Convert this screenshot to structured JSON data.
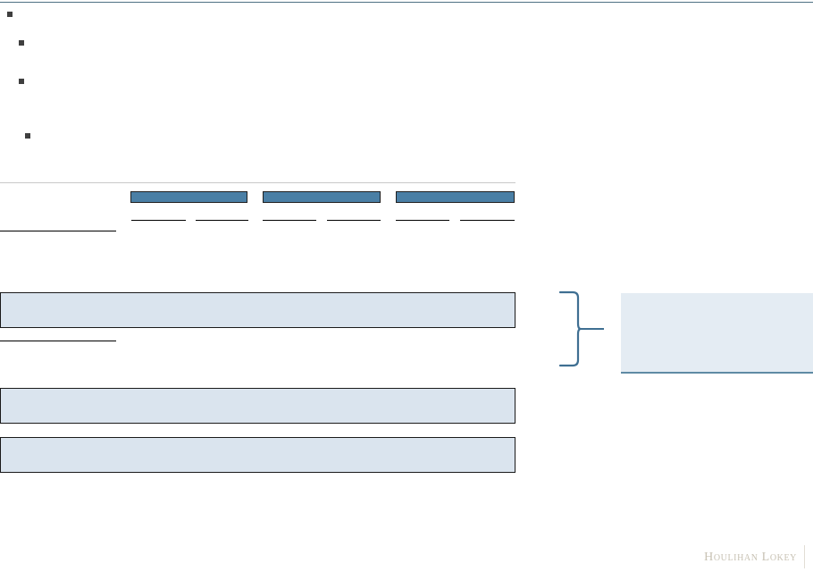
{
  "page": {
    "background_color": "#ffffff",
    "top_rule_color": "#4e7183"
  },
  "bullets": [
    {
      "level": 0,
      "text": ""
    },
    {
      "level": 1,
      "text": ""
    },
    {
      "level": 1,
      "text": ""
    },
    {
      "level": 2,
      "text": ""
    }
  ],
  "table": {
    "rule_color": "#c9c9c9",
    "header_fill": "#4a7fa5",
    "column_groups": [
      {
        "label": ""
      },
      {
        "label": ""
      },
      {
        "label": ""
      }
    ],
    "sub_columns": [
      {
        "label": ""
      },
      {
        "label": ""
      },
      {
        "label": ""
      },
      {
        "label": ""
      },
      {
        "label": ""
      },
      {
        "label": ""
      }
    ],
    "row_label": ""
  },
  "callouts": [
    {
      "text": "",
      "fill": "#dae4ee"
    },
    {
      "text": "",
      "fill": "#dae4ee"
    },
    {
      "text": "",
      "fill": "#dae4ee"
    }
  ],
  "annotations": {
    "underline_label": ""
  },
  "right_panel": {
    "text": "",
    "fill": "#e4ecf3",
    "accent_color": "#5f8ba4"
  },
  "brace": {
    "color": "#3f6f92"
  },
  "footer": {
    "logo_text": "Houlihan Lokey"
  }
}
